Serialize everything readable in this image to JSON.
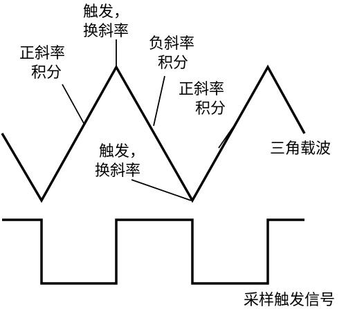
{
  "labels": {
    "trigger_swap_top_line1": "触发，",
    "trigger_swap_top_line2": "换斜率",
    "positive_slope_left_line1": "正斜率",
    "positive_slope_left_line2": "积分",
    "negative_slope_line1": "负斜率",
    "negative_slope_line2": "积分",
    "positive_slope_right_line1": "正斜率",
    "positive_slope_right_line2": "积分",
    "trigger_swap_bottom_line1": "触发，",
    "trigger_swap_bottom_line2": "换斜率",
    "triangle_carrier": "三角载波",
    "sampling_trigger_signal": "采样触发信号"
  }
}
